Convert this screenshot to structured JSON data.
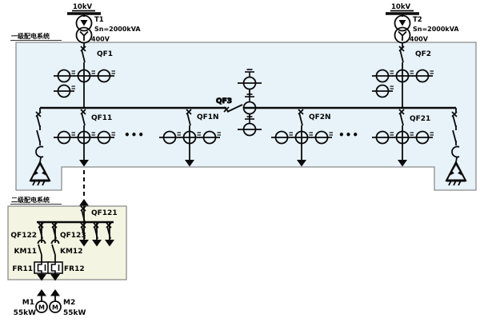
{
  "regions": {
    "primary": {
      "label": "一级配电系统",
      "fill": "#e7f2f9",
      "border": "#8c8c8c"
    },
    "secondary": {
      "label": "二级配电系统",
      "fill": "#f3f5e2",
      "border": "#8c8c8c"
    }
  },
  "transformers": [
    {
      "name": "T1",
      "hv_voltage": "10kV",
      "rating": "Sn=2000kVA",
      "lv_voltage": "400V"
    },
    {
      "name": "T2",
      "hv_voltage": "10kV",
      "rating": "Sn=2000kVA",
      "lv_voltage": "400V"
    }
  ],
  "breakers": {
    "qf1": "QF1",
    "qf2": "QF2",
    "qf3": "QF3",
    "qf11": "QF11",
    "qf1n": "QF1N",
    "qf2n": "QF2N",
    "qf21": "QF21",
    "qf121": "QF121",
    "qf122": "QF122",
    "qf123": "QF123"
  },
  "contactors": {
    "km11": "KM11",
    "km12": "KM12"
  },
  "thermal_relays": {
    "fr11": "FR11",
    "fr12": "FR12"
  },
  "motors": [
    {
      "name": "M1",
      "power": "55kW",
      "symbol": "M"
    },
    {
      "name": "M2",
      "power": "55kW",
      "symbol": "M"
    }
  ],
  "ellipsis": "•••",
  "line_color": "#0a0a0a"
}
